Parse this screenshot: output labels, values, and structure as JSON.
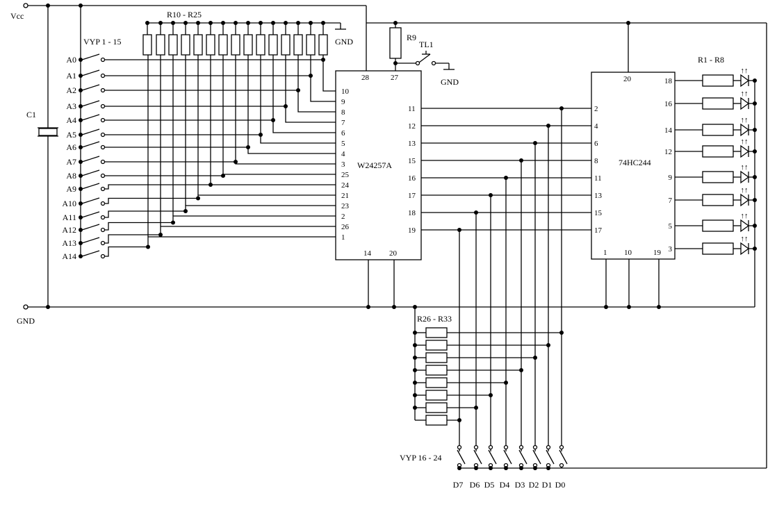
{
  "labels": {
    "vcc": "Vcc",
    "gnd_rail": "GND",
    "c1": "C1",
    "vyp_1_15": "VYP 1 - 15",
    "r10_r25": "R10 - R25",
    "gnd_top": "GND",
    "r9": "R9",
    "tl1": "TL1",
    "gnd_tl1": "GND",
    "r1_r8": "R1 - R8",
    "r26_r33": "R26 - R33",
    "vyp_16_24": "VYP 16 - 24"
  },
  "eprom": {
    "name": "W24257A",
    "left_pins": [
      "10",
      "9",
      "8",
      "7",
      "6",
      "5",
      "4",
      "3",
      "25",
      "24",
      "21",
      "23",
      "2",
      "26",
      "1"
    ],
    "right_pins": [
      "11",
      "12",
      "13",
      "15",
      "16",
      "17",
      "18",
      "19"
    ],
    "top_pins": [
      "28",
      "27"
    ],
    "bottom_pins": [
      "14",
      "20"
    ]
  },
  "buffer": {
    "name": "74HC244",
    "left_pins": [
      "2",
      "4",
      "6",
      "8",
      "11",
      "13",
      "15",
      "17"
    ],
    "right_pins": [
      "18",
      "16",
      "14",
      "12",
      "9",
      "7",
      "5",
      "3"
    ],
    "top_pins": [
      "20"
    ],
    "bottom_pins": [
      "1",
      "10",
      "19"
    ]
  },
  "address_lines": [
    "A0",
    "A1",
    "A2",
    "A3",
    "A4",
    "A5",
    "A6",
    "A7",
    "A8",
    "A9",
    "A10",
    "A11",
    "A12",
    "A13",
    "A14"
  ],
  "data_lines": [
    "D7",
    "D6",
    "D5",
    "D4",
    "D3",
    "D2",
    "D1",
    "D0"
  ],
  "led_arrow_glyph": "↑↑"
}
